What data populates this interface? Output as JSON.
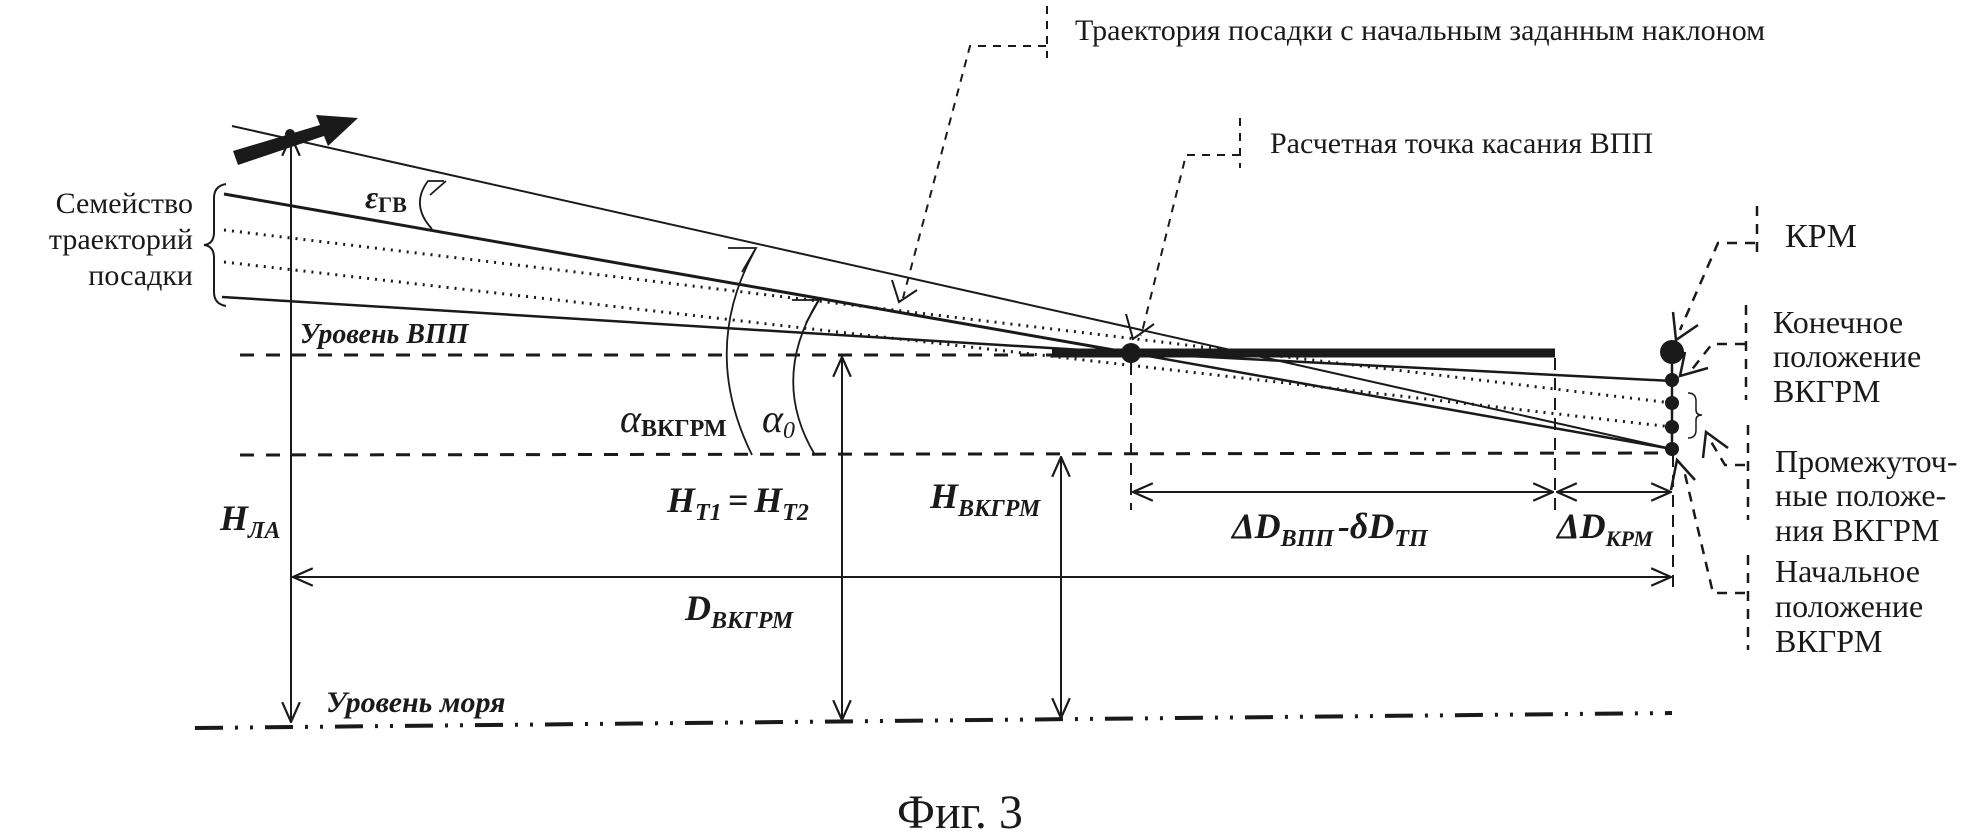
{
  "figure": {
    "caption": "Фиг. 3",
    "callouts": {
      "initial_trajectory": "Траектория посадки с начальным заданным наклоном",
      "touchdown_point": "Расчетная точка касания ВПП",
      "krm": "КРМ",
      "final_position": [
        "Конечное",
        "положение",
        "ВКГРМ"
      ],
      "intermediate_positions": [
        "Промежуточ-",
        "ные положе-",
        "ния ВКГРМ"
      ],
      "initial_position": [
        "Начальное",
        "положение",
        "ВКГРМ"
      ],
      "trajectory_family": [
        "Семейство",
        "траекторий",
        "посадки"
      ]
    },
    "levels": {
      "runway_level": "Уровень ВПП",
      "sea_level": "Уровень моря"
    },
    "symbols": {
      "eps_main": "ε",
      "eps_sub": "ГВ",
      "alpha_vkgrm_main": "α",
      "alpha_vkgrm_sub": "ВКГРМ",
      "alpha0_main": "α",
      "alpha0_sub": "0",
      "h_la_main": "H",
      "h_la_sub": "ЛА",
      "h_t1_main": "H",
      "h_t1_sub": "T1",
      "h_eq": "=",
      "h_t2_main": "H",
      "h_t2_sub": "T2",
      "h_vkgrm_main": "H",
      "h_vkgrm_sub": "ВКГРМ",
      "d_vkgrm_main": "D",
      "d_vkgrm_sub": "ВКГРМ",
      "dd_vpp_main": "ΔD",
      "dd_vpp_sub": "ВПП",
      "minus_delta": "-δD",
      "dd_tp_sub": "ТП",
      "dd_krm_main": "ΔD",
      "dd_krm_sub": "КРМ"
    },
    "colors": {
      "ink": "#1a1a1a",
      "background": "#ffffff"
    }
  }
}
